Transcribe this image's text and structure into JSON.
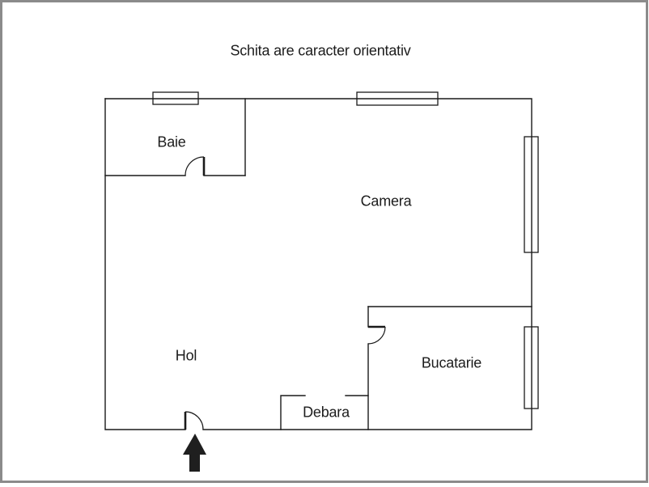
{
  "title": "Schita are caracter orientativ",
  "rooms": [
    {
      "id": "baie",
      "label": "Baie"
    },
    {
      "id": "camera",
      "label": "Camera"
    },
    {
      "id": "hol",
      "label": "Hol"
    },
    {
      "id": "bucatarie",
      "label": "Bucatarie"
    },
    {
      "id": "debara",
      "label": "Debara"
    }
  ],
  "icons": {
    "windows": [
      "window-top-baie",
      "window-top-camera",
      "window-right-camera",
      "window-right-bucatarie"
    ],
    "doors": [
      "baie-door",
      "bucatarie-door",
      "entrance-door"
    ],
    "entrance_arrow": "up-arrow"
  },
  "colors": {
    "wall": "#1a1a1a",
    "text": "#1c1c1c",
    "frame": "#8b8b8b",
    "arrow": "#1f1f1f",
    "background": "#ffffff"
  }
}
